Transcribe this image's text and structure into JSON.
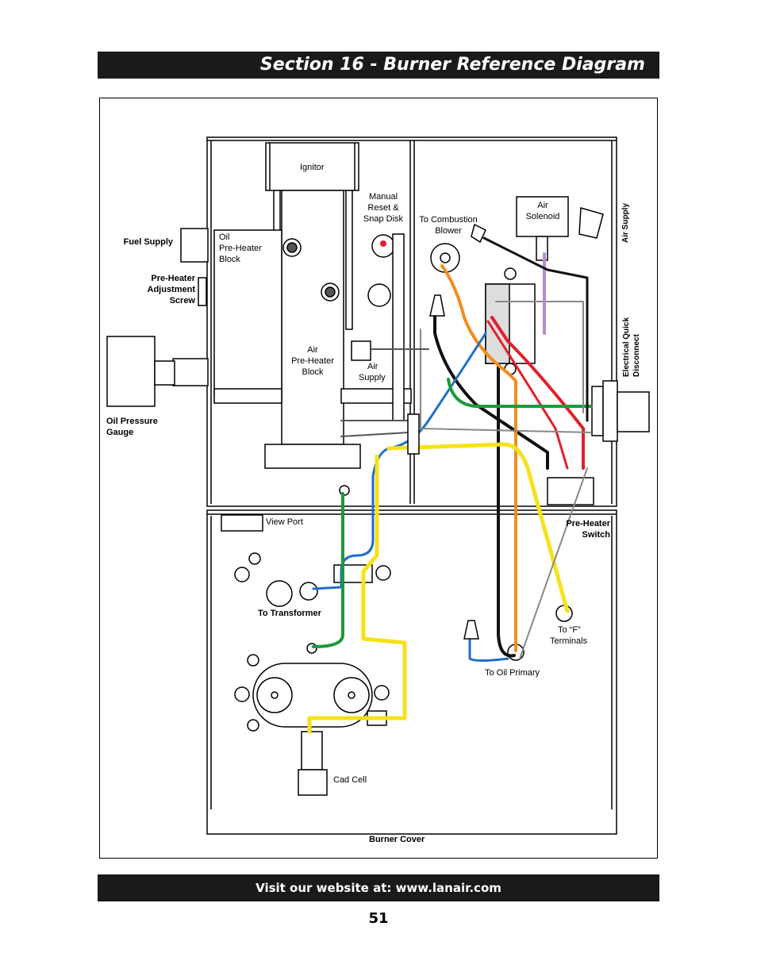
{
  "header": {
    "title": "Section 16 - Burner Reference Diagram"
  },
  "labels": {
    "ignitor": "Ignitor",
    "manual_reset_1": "Manual",
    "manual_reset_2": "Reset &",
    "manual_reset_3": "Snap Disk",
    "combustion_1": "To Combustion",
    "combustion_2": "Blower",
    "air_solenoid_1": "Air",
    "air_solenoid_2": "Solenoid",
    "air_supply_vertical": "Air Supply",
    "fuel_supply": "Fuel Supply",
    "oil_preheater_1": "Oil",
    "oil_preheater_2": "Pre-Heater",
    "oil_preheater_3": "Block",
    "preheater_adj_1": "Pre-Heater",
    "preheater_adj_2": "Adjustment",
    "preheater_adj_3": "Screw",
    "electrical_qd_1": "Electrical Quick",
    "electrical_qd_2": "Disconnect",
    "air_preheater_1": "Air",
    "air_preheater_2": "Pre-Heater",
    "air_preheater_3": "Block",
    "air_supply_1": "Air",
    "air_supply_2": "Supply",
    "oil_gauge_1": "Oil Pressure",
    "oil_gauge_2": "Gauge",
    "view_port": "View Port",
    "preheater_switch_1": "Pre-Heater",
    "preheater_switch_2": "Switch",
    "to_transformer": "To Transformer",
    "to_f_1": "To “F”",
    "to_f_2": "Terminals",
    "to_oil_primary": "To Oil Primary",
    "cad_cell": "Cad Cell",
    "burner_cover": "Burner Cover"
  },
  "colors": {
    "bar": "#1a1a1a",
    "wire_orange": "#f28c1e",
    "wire_red": "#e0202a",
    "wire_blue": "#1e6ec8",
    "wire_green": "#1a9a3a",
    "wire_yellow": "#f5e21a",
    "wire_purple": "#b48ccc",
    "wire_black": "#111111"
  },
  "footer": {
    "text": "Visit our website at: www.lanair.com"
  },
  "page": {
    "number": "51"
  }
}
